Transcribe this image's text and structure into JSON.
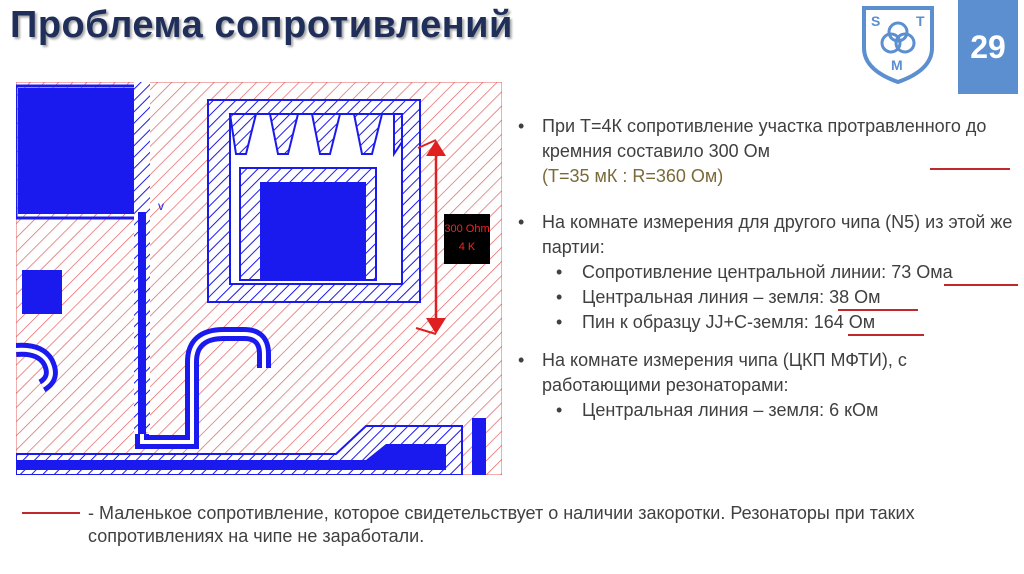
{
  "title": "Проблема сопротивлений",
  "page_number": "29",
  "logo": {
    "letters": [
      "S",
      "T",
      "M"
    ],
    "color": "#5b8fcf"
  },
  "figure": {
    "label_line1": "300 Ohm",
    "label_line2": "4 K",
    "v_mark": "v"
  },
  "bullets": {
    "b1_text": "При Т=4К сопротивление участка протравленного до кремния составило",
    "b1_value": "300 Ом",
    "b1_note": "(Т=35 мК : R=360 Ом)",
    "b2_text": "На комнате измерения для другого чипа (N5) из этой же партии:",
    "b2_sub1_text": "Сопротивление центральной линии:",
    "b2_sub1_value": "73 Ома",
    "b2_sub2_text": "Центральная линия – земля:",
    "b2_sub2_value": "38 Ом",
    "b2_sub3_text": "Пин к образцу JJ+C-земля:",
    "b2_sub3_value": "164 Ом",
    "b3_text": "На комнате измерения чипа (ЦКП МФТИ), с работающими резонаторами:",
    "b3_sub1": "Центральная линия – земля: 6 кОм",
    "bullet_char": "•"
  },
  "legend": {
    "text": "- Маленькое сопротивление, которое свидетельствует о наличии закоротки. Резонаторы при таких сопротивлениях на чипе не заработали."
  },
  "colors": {
    "title": "#1f2f5a",
    "accent": "#5b8fcf",
    "underline": "#c0282c",
    "metal": "#1a1aee",
    "hatch": "#e06060"
  }
}
